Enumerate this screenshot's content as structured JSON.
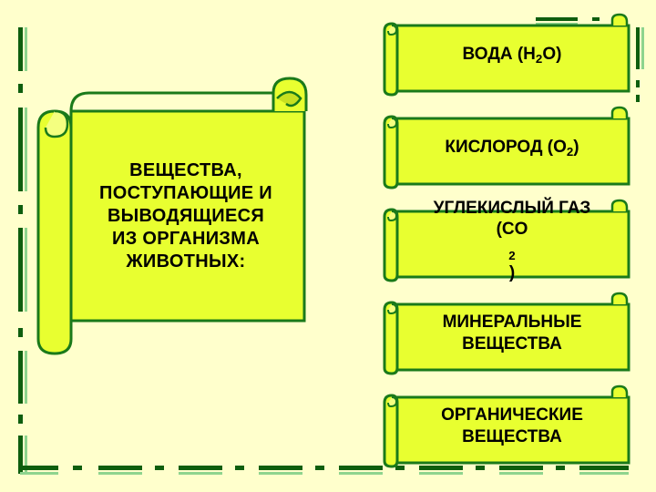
{
  "main_scroll": {
    "lines": [
      "ВЕЩЕСТВА,",
      "ПОСТУПАЮЩИЕ И",
      "ВЫВОДЯЩИЕСЯ",
      "ИЗ ОРГАНИЗМА",
      "ЖИВОТНЫХ:"
    ]
  },
  "items": [
    {
      "pre": "ВОДА (H",
      "sub": "2",
      "post": "O)"
    },
    {
      "pre": "КИСЛОРОД (O",
      "sub": "2",
      "post": ")"
    },
    {
      "line1": "УГЛЕКИСЛЫЙ ГАЗ",
      "pre": "(CO",
      "sub": "2",
      "post": ")"
    },
    {
      "line1": "МИНЕРАЛЬНЫЕ",
      "line2": "ВЕЩЕСТВА"
    },
    {
      "line1": "ОРГАНИЧЕСКИЕ",
      "line2": "ВЕЩЕСТВА"
    }
  ],
  "colors": {
    "background": "#ffffcc",
    "scroll_fill": "#e8ff30",
    "scroll_fill_light": "#f4ff80",
    "scroll_stroke": "#1a7a1a",
    "border_dark": "#0e5e0e",
    "border_light": "#8ed48e"
  }
}
